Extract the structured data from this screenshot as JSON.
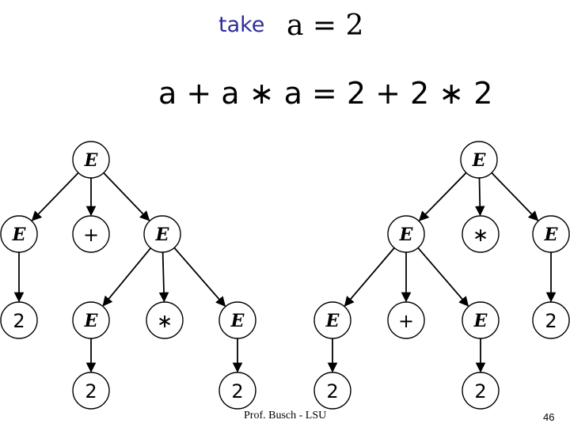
{
  "title_prefix": "take",
  "assignment": "a = 2",
  "expression": "a + a ∗ a = 2 + 2 ∗ 2",
  "trees": [
    {
      "nodes": [
        {
          "id": "r",
          "label": "E"
        },
        {
          "id": "l",
          "label": "E"
        },
        {
          "id": "op",
          "label": "+"
        },
        {
          "id": "rt",
          "label": "E"
        },
        {
          "id": "l2",
          "label": "2"
        },
        {
          "id": "rl",
          "label": "E"
        },
        {
          "id": "rop",
          "label": "∗"
        },
        {
          "id": "rr",
          "label": "E"
        },
        {
          "id": "rl2",
          "label": "2"
        },
        {
          "id": "rr2",
          "label": "2"
        }
      ],
      "edges": [
        [
          "r",
          "l"
        ],
        [
          "r",
          "op"
        ],
        [
          "r",
          "rt"
        ],
        [
          "l",
          "l2"
        ],
        [
          "rt",
          "rl"
        ],
        [
          "rt",
          "rop"
        ],
        [
          "rt",
          "rr"
        ],
        [
          "rl",
          "rl2"
        ],
        [
          "rr",
          "rr2"
        ]
      ]
    },
    {
      "nodes": [
        {
          "id": "r",
          "label": "E"
        },
        {
          "id": "lt",
          "label": "E"
        },
        {
          "id": "op",
          "label": "∗"
        },
        {
          "id": "rt",
          "label": "E"
        },
        {
          "id": "ll",
          "label": "E"
        },
        {
          "id": "lop",
          "label": "+"
        },
        {
          "id": "lr",
          "label": "E"
        },
        {
          "id": "rt2",
          "label": "2"
        },
        {
          "id": "ll2",
          "label": "2"
        },
        {
          "id": "lr2",
          "label": "2"
        }
      ],
      "edges": [
        [
          "r",
          "lt"
        ],
        [
          "r",
          "op"
        ],
        [
          "r",
          "rt"
        ],
        [
          "lt",
          "ll"
        ],
        [
          "lt",
          "lop"
        ],
        [
          "lt",
          "lr"
        ],
        [
          "rt",
          "rt2"
        ],
        [
          "ll",
          "ll2"
        ],
        [
          "lr",
          "lr2"
        ]
      ]
    }
  ],
  "footer": "Prof. Busch - LSU",
  "page_number": "46"
}
